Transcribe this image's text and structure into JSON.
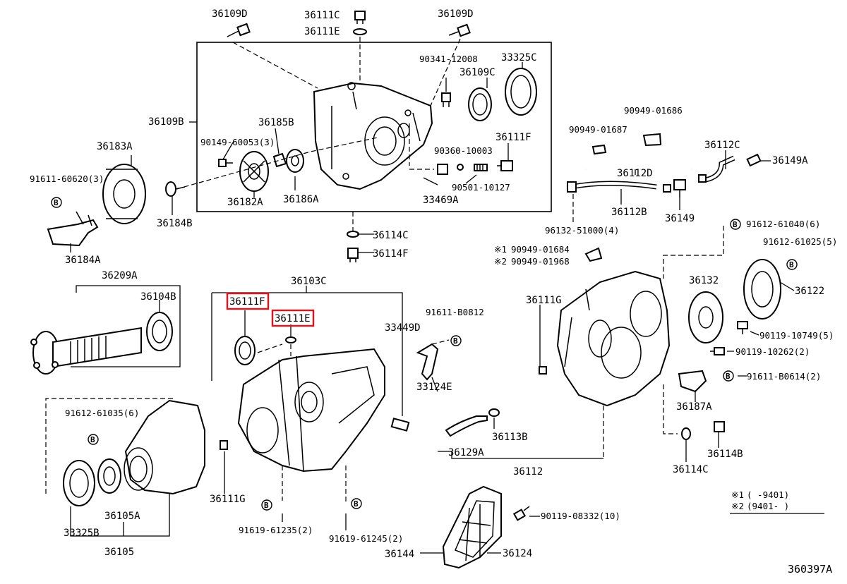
{
  "diagram_id": "360397A",
  "highlight_color": "#e0141f",
  "labels": {
    "p36109D_a": "36109D",
    "p36111C": "36111C",
    "p36109D_b": "36109D",
    "p36111E_top": "36111E",
    "p90341": "90341-12008",
    "p33325C": "33325C",
    "p36109C": "36109C",
    "p36109B": "36109B",
    "p36185B": "36185B",
    "p90149": "90149-60053(3)",
    "p36111F_top": "36111F",
    "p90360": "90360-10003",
    "p90501": "90501-10127",
    "p33469A": "33469A",
    "p36182A": "36182A",
    "p36186A": "36186A",
    "p36183A": "36183A",
    "p91611_60620": "91611-60620(3)",
    "p36184B": "36184B",
    "p36184A": "36184A",
    "p36114C_top": "36114C",
    "p36114F": "36114F",
    "p90949_01686": "90949-01686",
    "p90949_01687": "90949-01687",
    "p36112C": "36112C",
    "p36149A": "36149A",
    "p36112D": "36112D",
    "p36112B": "36112B",
    "p36149": "36149",
    "p96132": "96132-51000(4)",
    "p90949_01684": "90949-01684",
    "p90949_01968": "90949-01968",
    "mark1": "※1",
    "mark2": "※2",
    "p91612_61040": "91612-61040(6)",
    "p91612_61025": "91612-61025(5)",
    "p36132": "36132",
    "p36122": "36122",
    "p36111G_right": "36111G",
    "p90119_10749": "90119-10749(5)",
    "p90119_10262": "90119-10262(2)",
    "p91611_B0614": "91611-B0614(2)",
    "p36187A": "36187A",
    "p36114C_right": "36114C",
    "p36114B": "36114B",
    "p36209A": "36209A",
    "p36104B": "36104B",
    "p36103C": "36103C",
    "p36111F_hl": "36111F",
    "p36111E_hl": "36111E",
    "p33449D": "33449D",
    "p91611_B0812": "91611-B0812",
    "p33124E": "33124E",
    "p91612_61035": "91612-61035(6)",
    "p36113B": "36113B",
    "p36129A": "36129A",
    "p36112": "36112",
    "p36111G_left": "36111G",
    "p91619_61235": "91619-61235(2)",
    "p91619_61245": "91619-61245(2)",
    "p33325B": "33325B",
    "p36105A": "36105A",
    "p36105": "36105",
    "p90119_08332": "90119-08332(10)",
    "p36144": "36144",
    "p36124": "36124",
    "badge_letter": "B"
  },
  "legend": {
    "row1_mark": "※1",
    "row1_range": "(    -9401)",
    "row2_mark": "※2",
    "row2_range": "(9401-    )"
  }
}
